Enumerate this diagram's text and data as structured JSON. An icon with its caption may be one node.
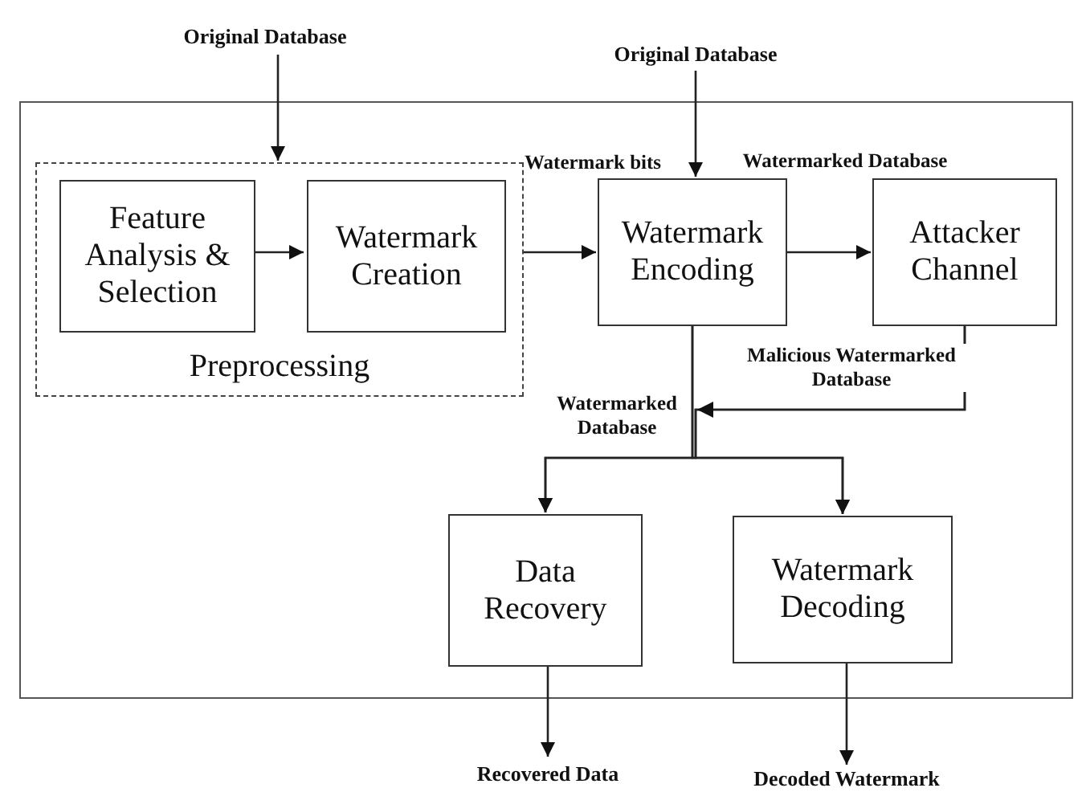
{
  "diagram": {
    "nodes": [
      {
        "text": [
          "Original Database"
        ]
      },
      {
        "text": [
          "Preprocessing"
        ]
      },
      {
        "text": [
          "Feature Analysis & Selection"
        ],
        "in": 1
      },
      {
        "text": [
          "Watermark Creation"
        ],
        "in": 1
      },
      {
        "text": [
          "Original Database"
        ]
      },
      {
        "text": [
          "Watermark Encoding"
        ]
      },
      {
        "text": [
          "Attacker Channel"
        ]
      },
      {
        "text": [
          "Data Recovery"
        ]
      },
      {
        "text": [
          "Watermark Decoding"
        ]
      },
      {
        "text": [
          "Recovered Data"
        ]
      },
      {
        "text": [
          "Decoded Watermark"
        ]
      }
    ],
    "edges": [
      {
        "from": 0,
        "to": 1,
        "arrow": "to"
      },
      {
        "from": 2,
        "to": 3,
        "arrow": "to"
      },
      {
        "from": 1,
        "to": 5,
        "arrow": "to",
        "label": "Watermark bits"
      },
      {
        "from": 4,
        "to": 5,
        "arrow": "to"
      },
      {
        "from": 5,
        "to": 6,
        "arrow": "to",
        "label": "Watermarked Database"
      },
      {
        "from": 5,
        "to": 7,
        "arrow": "to",
        "label": "Watermarked Database"
      },
      {
        "from": 5,
        "to": 8,
        "arrow": "to"
      },
      {
        "from": 6,
        "to": 7,
        "arrow": "to",
        "label": "Malicious Watermarked Database"
      },
      {
        "from": 6,
        "to": 8,
        "arrow": "to"
      },
      {
        "from": 7,
        "to": 9,
        "arrow": "to"
      },
      {
        "from": 8,
        "to": 10,
        "arrow": "to"
      }
    ]
  }
}
